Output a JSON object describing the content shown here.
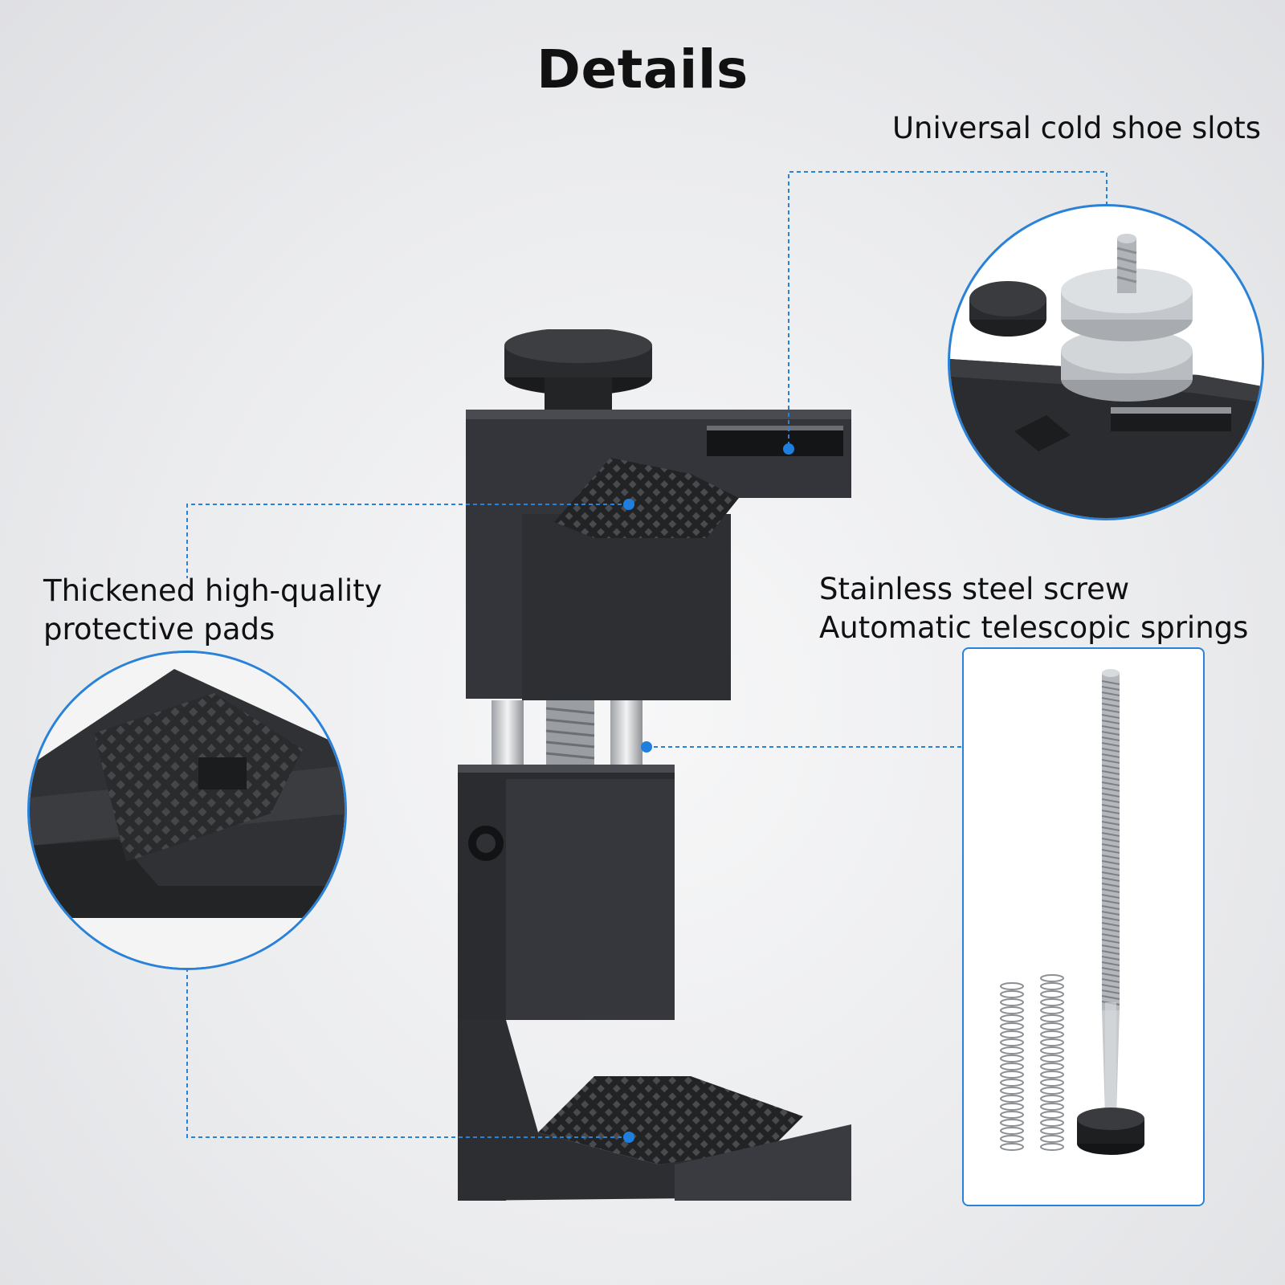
{
  "page": {
    "title": "Details",
    "accent_color": "#2a82d8",
    "callouts": {
      "cold_shoe": "Universal cold shoe slots",
      "pads_line1": "Thickened high-quality",
      "pads_line2": "protective pads",
      "screw_line1": "Stainless steel screw",
      "screw_line2": "Automatic telescopic springs"
    }
  }
}
